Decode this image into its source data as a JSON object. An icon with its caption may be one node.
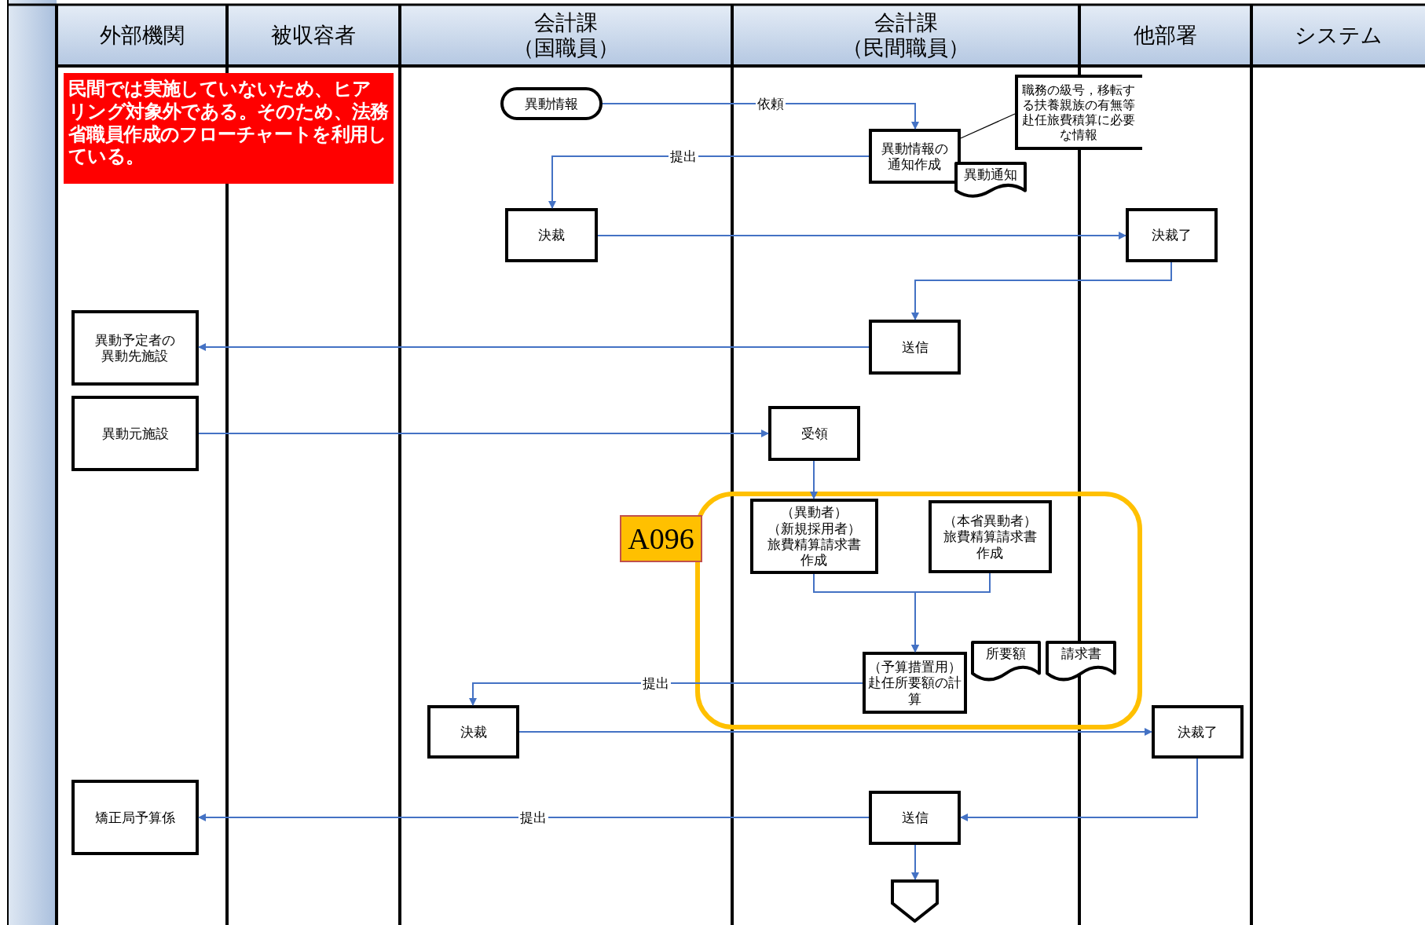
{
  "diagram": {
    "nodes": [
      {
        "text": [
          "外部機関"
        ]
      },
      {
        "text": [
          "被収容者"
        ]
      },
      {
        "text": [
          "会計課（国職員）"
        ]
      },
      {
        "text": [
          "会計課（民間職員）"
        ]
      },
      {
        "text": [
          "他部署"
        ]
      },
      {
        "text": [
          "システム"
        ]
      },
      {
        "text": [
          "民間では実施していないため、ヒアリング対象外である。そのため、法務省職員作成のフローチャートを利用している。"
        ]
      },
      {
        "text": [
          "異動情報"
        ]
      },
      {
        "text": [
          "職務の級号，移転する扶養親族の有無等赴任旅費積算に必要な情報"
        ]
      },
      {
        "text": [
          "異動情報の通知作成"
        ]
      },
      {
        "text": [
          "異動通知"
        ]
      },
      {
        "text": [
          "決裁"
        ]
      },
      {
        "text": [
          "決裁了"
        ]
      },
      {
        "text": [
          "送信"
        ]
      },
      {
        "text": [
          "異動予定者の異動先施設"
        ]
      },
      {
        "text": [
          "異動元施設"
        ]
      },
      {
        "text": [
          "受領"
        ]
      },
      {
        "text": [
          "A096"
        ]
      },
      {
        "text": [
          "（異動者）（新規採用者）旅費精算請求書作成"
        ],
        "in": 17
      },
      {
        "text": [
          "（本省異動者）旅費精算請求書作成"
        ],
        "in": 17
      },
      {
        "text": [
          "（予算措置用）赴任所要額の計算"
        ],
        "in": 17
      },
      {
        "text": [
          "所要額"
        ],
        "in": 17
      },
      {
        "text": [
          "請求書"
        ],
        "in": 17
      },
      {
        "text": [
          "決裁"
        ]
      },
      {
        "text": [
          "決裁了"
        ]
      },
      {
        "text": [
          "矯正局予算係"
        ]
      },
      {
        "text": [
          "送信"
        ]
      },
      {
        "text": [],
        "shape": "pentagon"
      }
    ],
    "edges": [
      {
        "from": 7,
        "to": 9,
        "arrow": "to",
        "label": "依頼"
      },
      {
        "from": 9,
        "to": 11,
        "arrow": "to",
        "label": "提出"
      },
      {
        "from": 11,
        "to": 12,
        "arrow": "to"
      },
      {
        "from": 12,
        "to": 13,
        "arrow": "to"
      },
      {
        "from": 13,
        "to": 14,
        "arrow": "to"
      },
      {
        "from": 15,
        "to": 16,
        "arrow": "to"
      },
      {
        "from": 16,
        "to": 18,
        "arrow": "to"
      },
      {
        "from": 18,
        "to": 20,
        "arrow": "to"
      },
      {
        "from": 19,
        "to": 20,
        "arrow": "to"
      },
      {
        "from": 20,
        "to": 23,
        "arrow": "to",
        "label": "提出"
      },
      {
        "from": 23,
        "to": 24,
        "arrow": "to"
      },
      {
        "from": 24,
        "to": 26,
        "arrow": "to"
      },
      {
        "from": 26,
        "to": 25,
        "arrow": "to",
        "label": "提出"
      },
      {
        "from": 26,
        "to": 27,
        "arrow": "to"
      },
      {
        "from": 8,
        "to": 9,
        "arrow": "none",
        "color": "#000000"
      }
    ]
  }
}
